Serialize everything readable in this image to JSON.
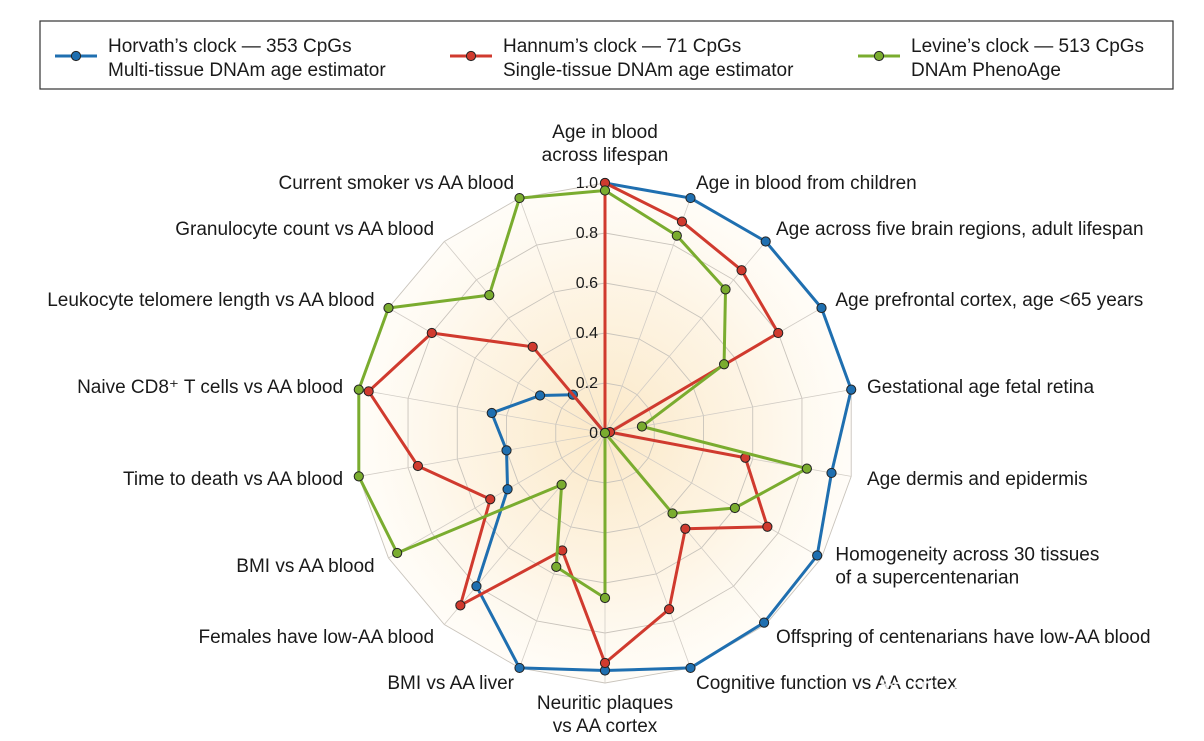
{
  "watermark": "知乎 @中科新生命",
  "chart_data": {
    "type": "radar",
    "r_range": [
      0,
      1
    ],
    "r_ticks": [
      "0",
      "0.2",
      "0.4",
      "0.6",
      "0.8",
      "1.0"
    ],
    "grid": true,
    "legend_position": "top",
    "axes": [
      [
        "Age in blood",
        "across lifespan"
      ],
      [
        "Age in blood from children"
      ],
      [
        "Age across five brain regions, adult lifespan"
      ],
      [
        "Age prefrontal cortex, age <65 years"
      ],
      [
        "Gestational age fetal retina"
      ],
      [
        "Age dermis and epidermis"
      ],
      [
        "Homogeneity across 30 tissues",
        "of a supercentenarian"
      ],
      [
        "Offspring of centenarians have low-AA blood"
      ],
      [
        "Cognitive function vs AA cortex"
      ],
      [
        "Neuritic plaques",
        "vs AA cortex"
      ],
      [
        "BMI vs AA liver"
      ],
      [
        "Females have low-AA blood"
      ],
      [
        "BMI vs AA blood"
      ],
      [
        "Time to death vs AA blood"
      ],
      [
        "Naive CD8⁺ T cells vs AA blood"
      ],
      [
        "Leukocyte telomere length vs AA blood"
      ],
      [
        "Granulocyte count vs AA blood"
      ],
      [
        "Current smoker vs AA blood"
      ]
    ],
    "series": [
      {
        "name": "Horvath’s clock — 353 CpGs",
        "subtitle": "Multi-tissue DNAm age estimator",
        "color": "#1f6fb0",
        "values": [
          1.0,
          1.0,
          1.0,
          1.0,
          1.0,
          0.92,
          0.98,
          0.99,
          1.0,
          0.95,
          1.0,
          0.8,
          0.45,
          0.4,
          0.46,
          0.3,
          0.2,
          0
        ]
      },
      {
        "name": "Hannum’s clock — 71 CpGs",
        "subtitle": "Single-tissue DNAm age estimator",
        "color": "#d03a2e",
        "values": [
          1.0,
          0.9,
          0.85,
          0.8,
          0.02,
          0.57,
          0.75,
          0.5,
          0.75,
          0.92,
          0.5,
          0.9,
          0.53,
          0.76,
          0.96,
          0.8,
          0.45,
          0
        ]
      },
      {
        "name": "Levine’s clock — 513 CpGs",
        "subtitle": "DNAm PhenoAge",
        "color": "#7aac2f",
        "values": [
          0.97,
          0.84,
          0.75,
          0.55,
          0.15,
          0.82,
          0.6,
          0.42,
          0,
          0.66,
          0.57,
          0.27,
          0.96,
          1.0,
          1.0,
          1.0,
          0.72,
          1.0
        ]
      }
    ]
  }
}
